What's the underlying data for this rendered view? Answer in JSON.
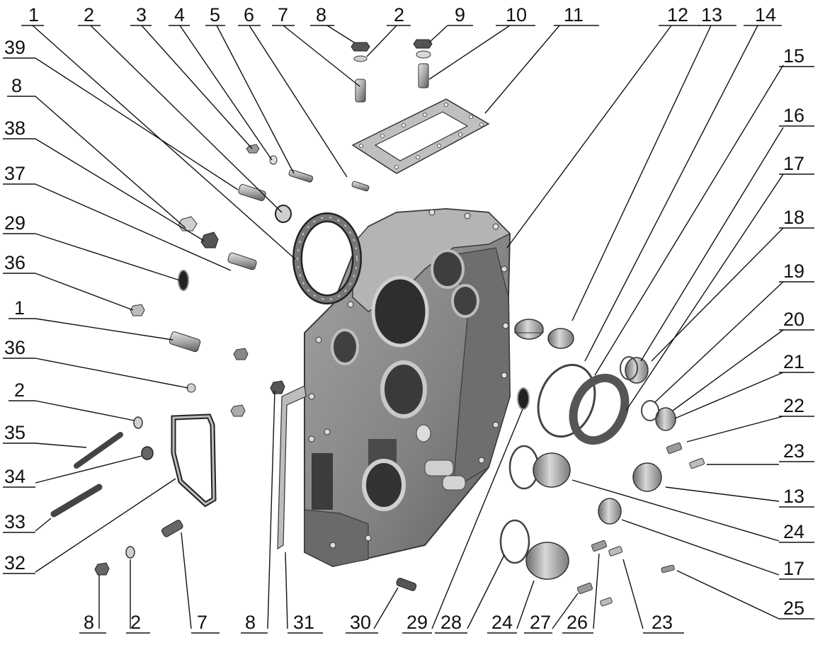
{
  "diagram": {
    "palette": {
      "ink": "#111111",
      "metal_light": "#d9d9d9",
      "metal_mid": "#9c9c9c",
      "metal_dark": "#5c5c5c",
      "casting": "#8a8a8a",
      "casting_dark": "#4a4a4a",
      "gasket": "#bdbdbd"
    },
    "callouts": [
      {
        "id": "c-1-top",
        "label": "1"
      },
      {
        "id": "c-2-top",
        "label": "2"
      },
      {
        "id": "c-3",
        "label": "3"
      },
      {
        "id": "c-4",
        "label": "4"
      },
      {
        "id": "c-5",
        "label": "5"
      },
      {
        "id": "c-6",
        "label": "6"
      },
      {
        "id": "c-7-top",
        "label": "7"
      },
      {
        "id": "c-8-top",
        "label": "8"
      },
      {
        "id": "c-2-top2",
        "label": "2"
      },
      {
        "id": "c-9",
        "label": "9"
      },
      {
        "id": "c-10",
        "label": "10"
      },
      {
        "id": "c-11",
        "label": "11"
      },
      {
        "id": "c-12",
        "label": "12"
      },
      {
        "id": "c-13-top",
        "label": "13"
      },
      {
        "id": "c-14",
        "label": "14"
      },
      {
        "id": "c-15",
        "label": "15"
      },
      {
        "id": "c-16",
        "label": "16"
      },
      {
        "id": "c-17-top",
        "label": "17"
      },
      {
        "id": "c-18",
        "label": "18"
      },
      {
        "id": "c-19",
        "label": "19"
      },
      {
        "id": "c-20",
        "label": "20"
      },
      {
        "id": "c-21",
        "label": "21"
      },
      {
        "id": "c-22",
        "label": "22"
      },
      {
        "id": "c-23-right",
        "label": "23"
      },
      {
        "id": "c-13-right",
        "label": "13"
      },
      {
        "id": "c-24-right",
        "label": "24"
      },
      {
        "id": "c-17-right",
        "label": "17"
      },
      {
        "id": "c-25",
        "label": "25"
      },
      {
        "id": "c-39",
        "label": "39"
      },
      {
        "id": "c-8-left",
        "label": "8"
      },
      {
        "id": "c-38",
        "label": "38"
      },
      {
        "id": "c-37",
        "label": "37"
      },
      {
        "id": "c-29-left",
        "label": "29"
      },
      {
        "id": "c-36-a",
        "label": "36"
      },
      {
        "id": "c-1-left",
        "label": "1"
      },
      {
        "id": "c-36-b",
        "label": "36"
      },
      {
        "id": "c-2-left",
        "label": "2"
      },
      {
        "id": "c-35",
        "label": "35"
      },
      {
        "id": "c-34",
        "label": "34"
      },
      {
        "id": "c-33",
        "label": "33"
      },
      {
        "id": "c-32",
        "label": "32"
      },
      {
        "id": "c-8-bot",
        "label": "8"
      },
      {
        "id": "c-2-bot",
        "label": "2"
      },
      {
        "id": "c-7-bot",
        "label": "7"
      },
      {
        "id": "c-8-bot2",
        "label": "8"
      },
      {
        "id": "c-31",
        "label": "31"
      },
      {
        "id": "c-30",
        "label": "30"
      },
      {
        "id": "c-29-bot",
        "label": "29"
      },
      {
        "id": "c-28",
        "label": "28"
      },
      {
        "id": "c-24-bot",
        "label": "24"
      },
      {
        "id": "c-27",
        "label": "27"
      },
      {
        "id": "c-26",
        "label": "26"
      },
      {
        "id": "c-23-bot",
        "label": "23"
      }
    ]
  }
}
